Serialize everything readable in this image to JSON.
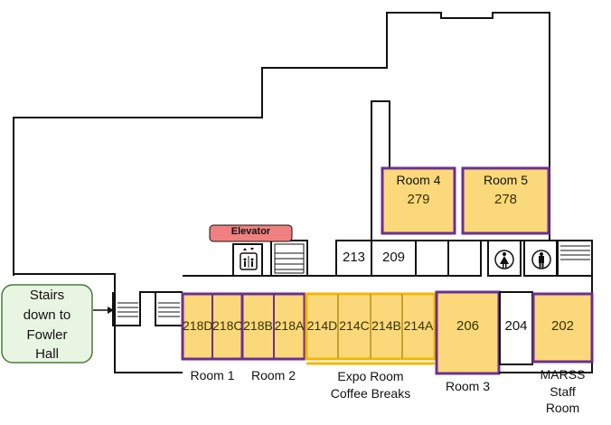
{
  "rooms": {
    "room4": {
      "title": "Room 4",
      "number": "279"
    },
    "room5": {
      "title": "Room 5",
      "number": "278"
    },
    "r213": "213",
    "r209": "209",
    "r218d": "218D",
    "r218c": "218C",
    "r218b": "218B",
    "r218a": "218A",
    "r214d": "214D",
    "r214c": "214C",
    "r214b": "214B",
    "r214a": "214A",
    "r206": "206",
    "r204": "204",
    "r202": "202"
  },
  "labels": {
    "elevator": "Elevator",
    "stairs_line1": "Stairs",
    "stairs_line2": "down to",
    "stairs_line3": "Fowler",
    "stairs_line4": "Hall",
    "room1": "Room 1",
    "room2": "Room 2",
    "expo_line1": "Expo Room",
    "expo_line2": "Coffee Breaks",
    "room3": "Room 3",
    "marss_line1": "MARSS",
    "marss_line2": "Staff",
    "marss_line3": "Room"
  },
  "icons": [
    "elevator-icon",
    "restroom-women-icon",
    "restroom-men-icon",
    "stairs-icon"
  ],
  "colors": {
    "room_fill": "#fbd97a",
    "room_border_purple": "#6b2f91",
    "room_border_gold": "#f2b705",
    "elevator_badge": "#f08080",
    "stairs_box": "#e8f5e2",
    "stairs_border": "#4a7a3a",
    "wall": "#111111"
  }
}
